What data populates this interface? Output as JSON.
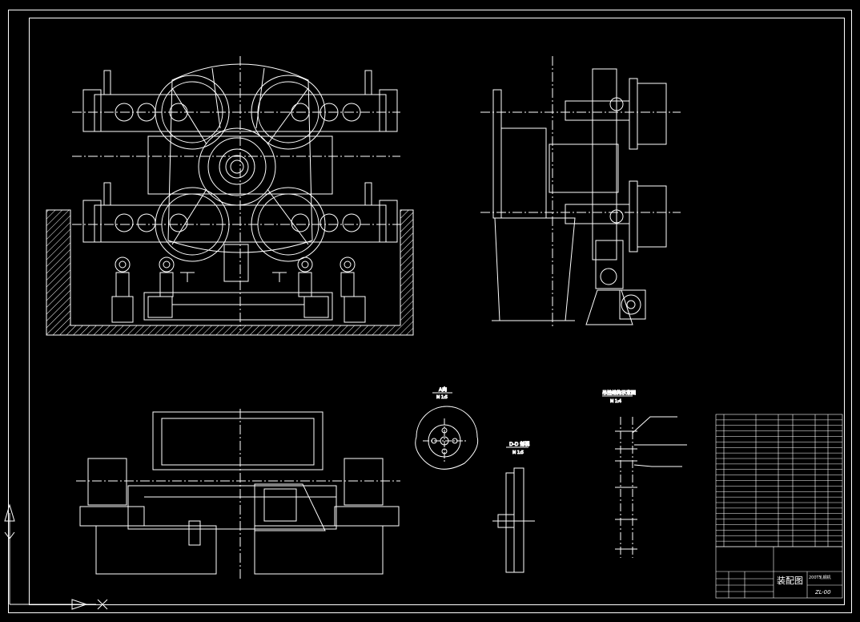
{
  "drawing": {
    "title_block": {
      "drawing_name": "装配图",
      "product_name": "200T轧钢机",
      "drawing_number": "ZL-00"
    },
    "views": [
      {
        "title": "A向",
        "scale": "M 1:5"
      },
      {
        "title": "D-D 剖视",
        "scale": "M 1:5"
      },
      {
        "title": "吊挂结构示意图",
        "scale": "M 1:4"
      }
    ]
  },
  "colors": {
    "background": "#000000",
    "line": "#ffffff",
    "part": "#cfcfcf"
  }
}
